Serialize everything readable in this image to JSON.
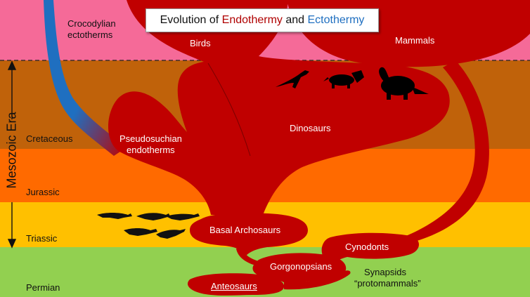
{
  "title": {
    "prefix": "Evolution of ",
    "endo_word": "Endothermy",
    "middle": " and ",
    "ecto_word": "Ectothermy"
  },
  "era_label": "Mesozoic Era",
  "periods": [
    {
      "key": "cretaceous",
      "label": "Cretaceous",
      "color": "#c0620a"
    },
    {
      "key": "jurassic",
      "label": "Jurassic",
      "color": "#ff6a00"
    },
    {
      "key": "triassic",
      "label": "Triassic",
      "color": "#ffc000"
    },
    {
      "key": "permian",
      "label": "Permian",
      "color": "#92d050"
    }
  ],
  "top_band_color": "#f56a98",
  "lineage_color": "#c00000",
  "ectotherm_color": "#1f6fc0",
  "labels": {
    "croc_line1": "Crocodylian",
    "croc_line2": "ectotherms",
    "birds": "Birds",
    "mammals": "Mammals",
    "dinosaurs": "Dinosaurs",
    "pseudo_line1": "Pseudosuchian",
    "pseudo_line2": "endotherms",
    "basal": "Basal Archosaurs",
    "cynodonts": "Cynodonts",
    "gorgonopsians": "Gorgonopsians",
    "anteosaurs": "Anteosaurs",
    "synapsids_line1": "Synapsids",
    "synapsids_line2": "“protomammals”"
  }
}
